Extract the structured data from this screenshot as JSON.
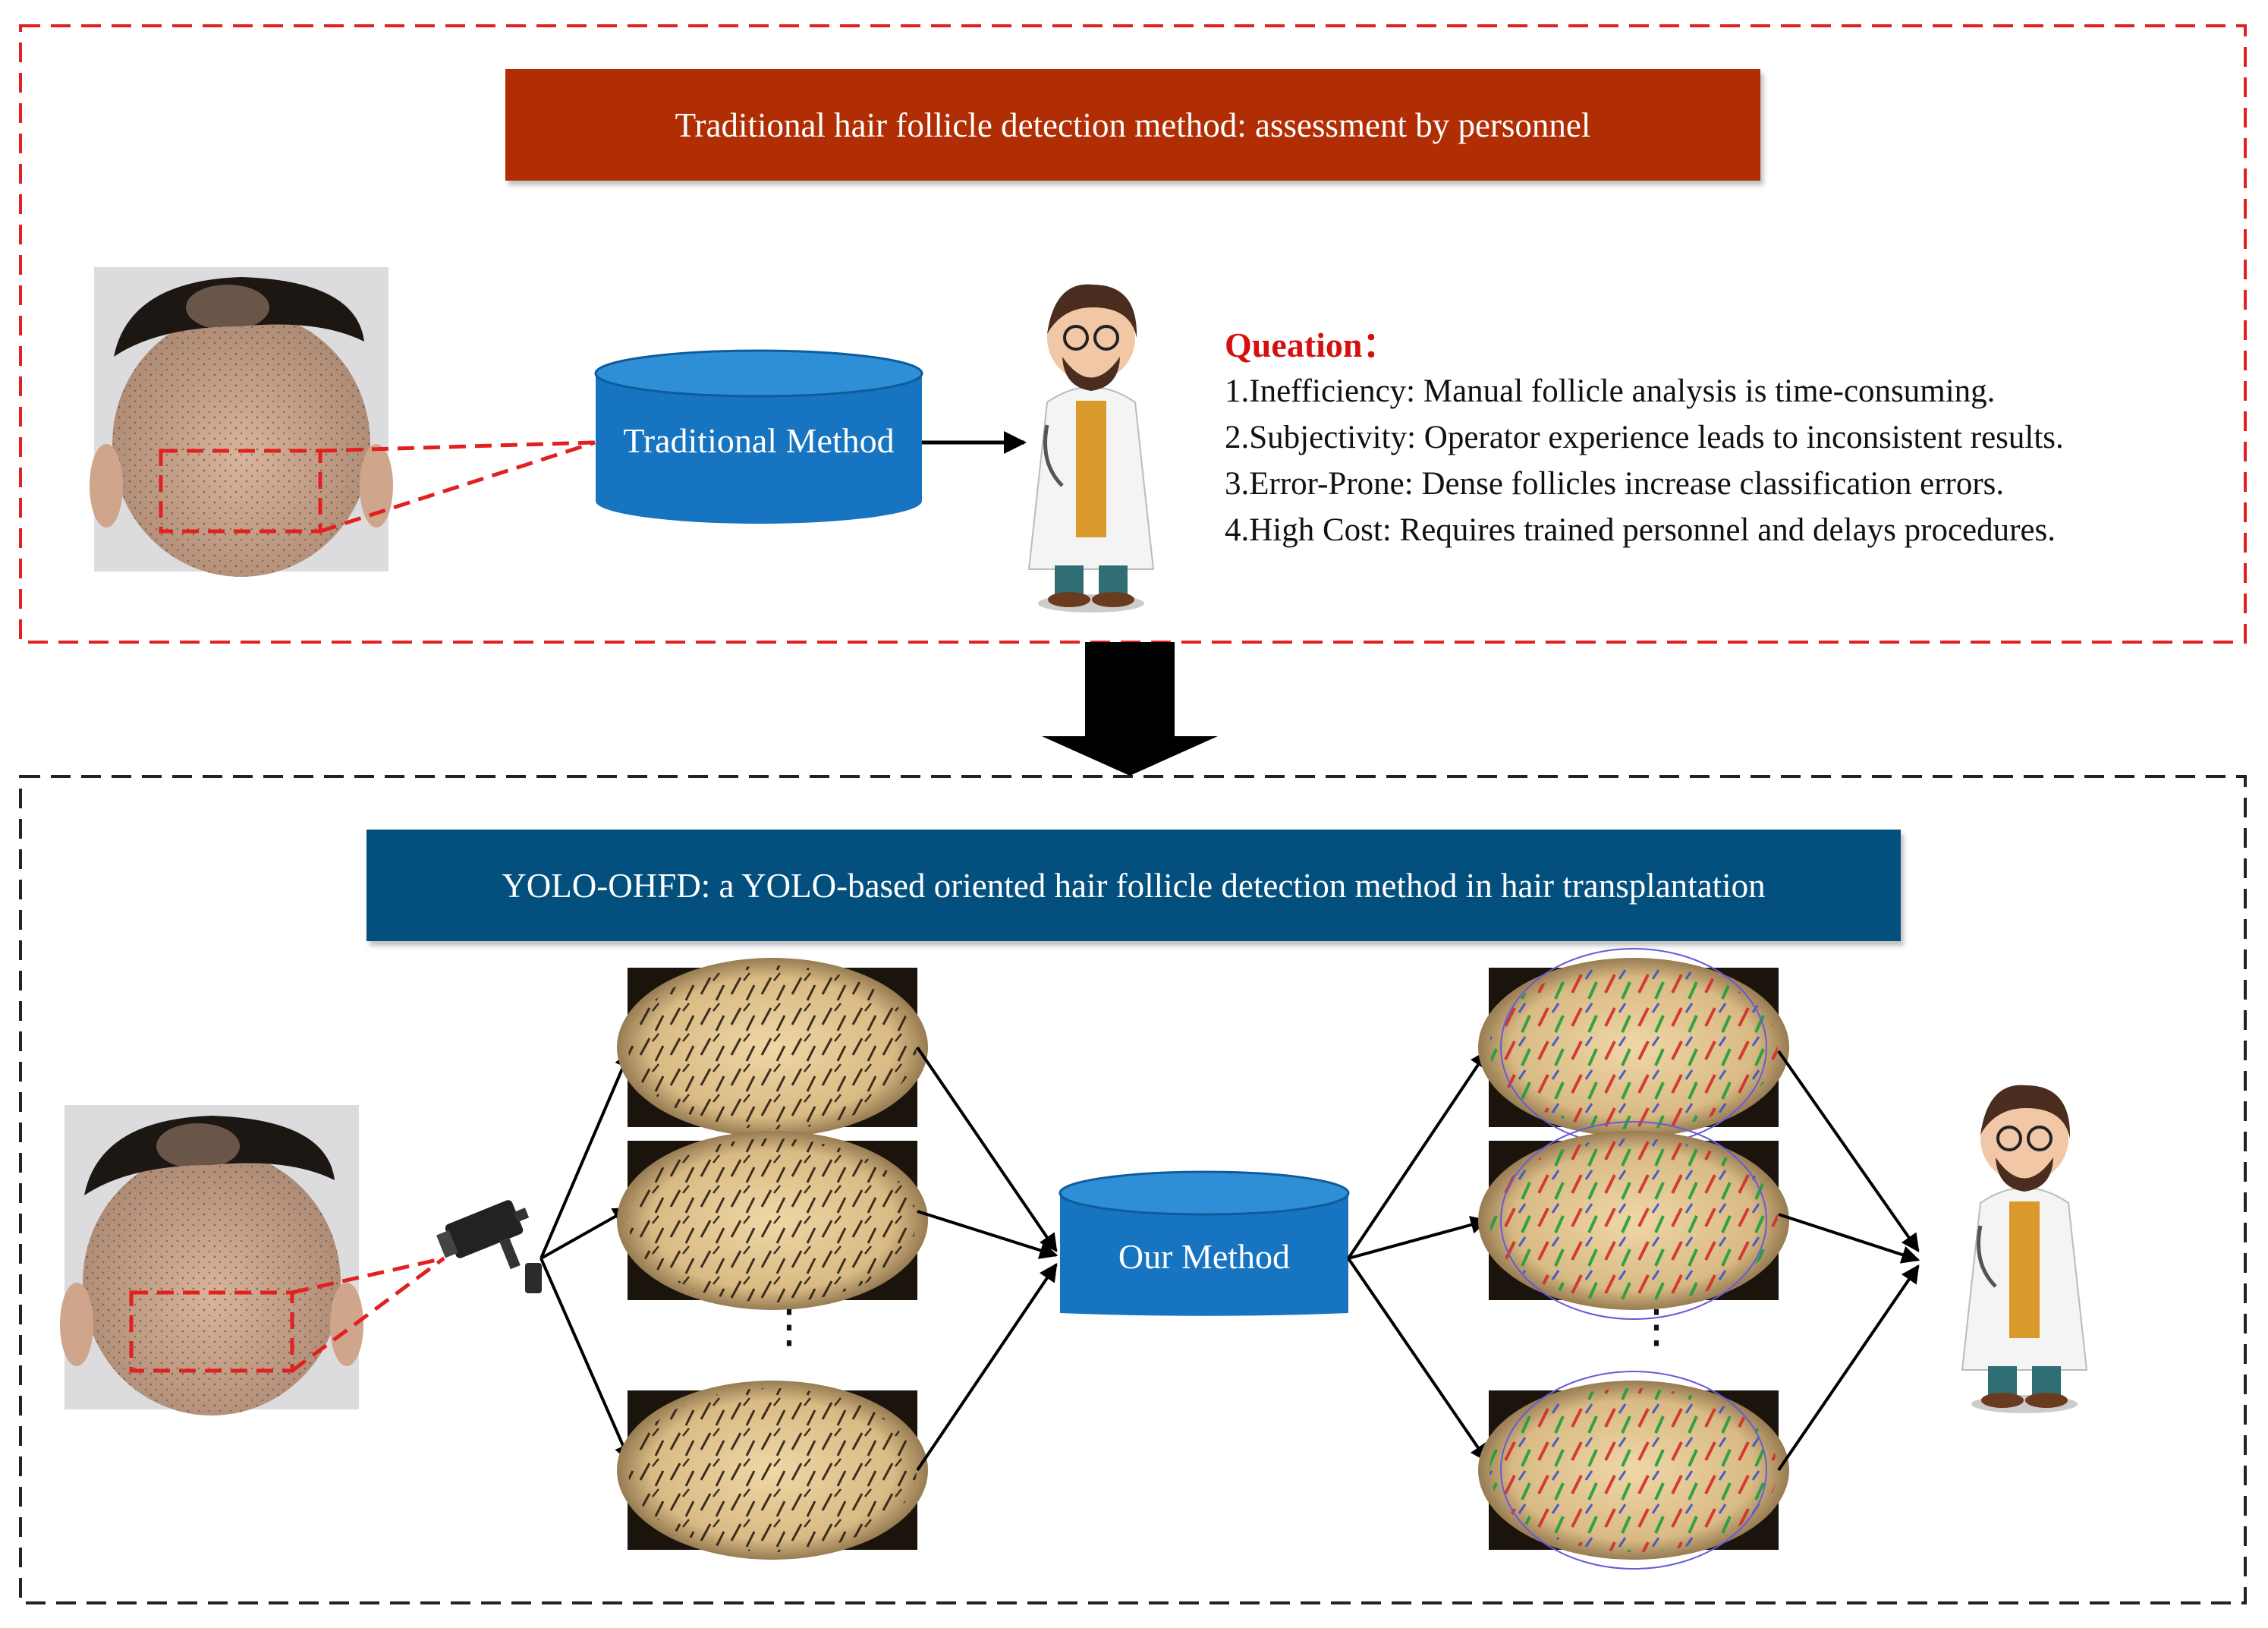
{
  "top_panel": {
    "banner": "Traditional hair follicle detection method: assessment by personnel",
    "database_label": "Traditional Method",
    "question_title": "Queation：",
    "question_items": [
      "1.Inefficiency: Manual follicle analysis is time-consuming.",
      "2.Subjectivity: Operator experience leads to inconsistent results.",
      "3.Error-Prone: Dense follicles increase classification errors.",
      "4.High Cost: Requires trained personnel and delays procedures."
    ]
  },
  "bottom_panel": {
    "banner": "YOLO-OHFD: a YOLO-based oriented hair follicle detection method in hair transplantation",
    "database_label": "Our Method",
    "ellipsis": "⋮"
  },
  "colors": {
    "top_banner": "#b12e05",
    "bottom_banner": "#034f7d",
    "database": "#1674c0",
    "top_border": "#e32020",
    "question_title": "#d60f0f"
  }
}
